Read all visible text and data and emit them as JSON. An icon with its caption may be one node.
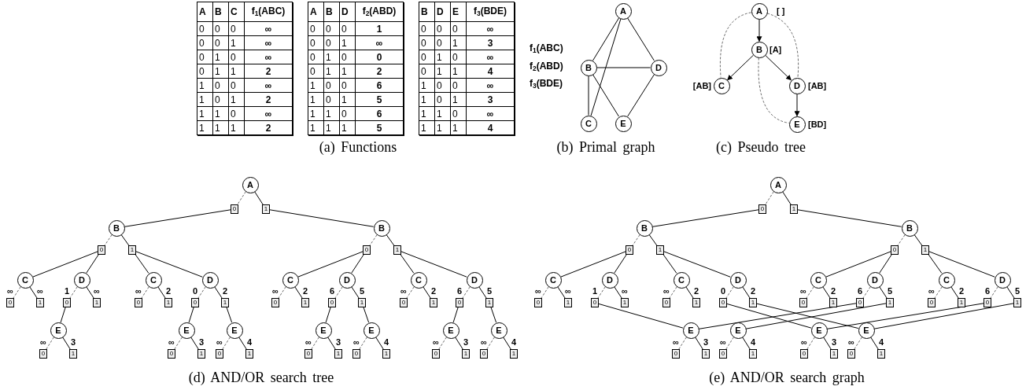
{
  "diagram": {
    "nodes": [
      {
        "text": [
          "A"
        ]
      },
      {
        "text": [
          "B"
        ]
      },
      {
        "text": [
          "D"
        ]
      },
      {
        "text": [
          "C"
        ]
      },
      {
        "text": [
          "E"
        ]
      },
      {
        "text": [
          "A"
        ],
        "beside": [
          "[ ]"
        ]
      },
      {
        "text": [
          "B"
        ],
        "beside": [
          "[A]"
        ]
      },
      {
        "text": [
          "C"
        ],
        "beside": [
          "[AB]"
        ]
      },
      {
        "text": [
          "D"
        ],
        "beside": [
          "[AB]"
        ]
      },
      {
        "text": [
          "E"
        ],
        "beside": [
          "[BD]"
        ]
      },
      {
        "text": [
          "A"
        ]
      },
      {
        "text": [
          "0"
        ]
      },
      {
        "text": [
          "B"
        ]
      },
      {
        "text": [
          "0"
        ]
      },
      {
        "text": [
          "C"
        ]
      },
      {
        "text": [
          "0"
        ]
      },
      {
        "text": [
          "1"
        ]
      },
      {
        "text": [
          "D"
        ]
      },
      {
        "text": [
          "0"
        ]
      },
      {
        "text": [
          "E"
        ]
      },
      {
        "text": [
          "0"
        ]
      },
      {
        "text": [
          "1"
        ]
      },
      {
        "text": [
          "1"
        ]
      },
      {
        "text": [
          "1"
        ]
      },
      {
        "text": [
          "C"
        ]
      },
      {
        "text": [
          "0"
        ]
      },
      {
        "text": [
          "1"
        ]
      },
      {
        "text": [
          "D"
        ]
      },
      {
        "text": [
          "0"
        ]
      },
      {
        "text": [
          "E"
        ]
      },
      {
        "text": [
          "0"
        ]
      },
      {
        "text": [
          "1"
        ]
      },
      {
        "text": [
          "1"
        ]
      },
      {
        "text": [
          "E"
        ]
      },
      {
        "text": [
          "0"
        ]
      },
      {
        "text": [
          "1"
        ]
      },
      {
        "text": [
          "1"
        ]
      },
      {
        "text": [
          "B"
        ]
      },
      {
        "text": [
          "0"
        ]
      },
      {
        "text": [
          "C"
        ]
      },
      {
        "text": [
          "0"
        ]
      },
      {
        "text": [
          "1"
        ]
      },
      {
        "text": [
          "D"
        ]
      },
      {
        "text": [
          "0"
        ]
      },
      {
        "text": [
          "E"
        ]
      },
      {
        "text": [
          "0"
        ]
      },
      {
        "text": [
          "1"
        ]
      },
      {
        "text": [
          "1"
        ]
      },
      {
        "text": [
          "E"
        ]
      },
      {
        "text": [
          "0"
        ]
      },
      {
        "text": [
          "1"
        ]
      },
      {
        "text": [
          "1"
        ]
      },
      {
        "text": [
          "C"
        ]
      },
      {
        "text": [
          "0"
        ]
      },
      {
        "text": [
          "1"
        ]
      },
      {
        "text": [
          "D"
        ]
      },
      {
        "text": [
          "0"
        ]
      },
      {
        "text": [
          "E"
        ]
      },
      {
        "text": [
          "0"
        ]
      },
      {
        "text": [
          "1"
        ]
      },
      {
        "text": [
          "1"
        ]
      },
      {
        "text": [
          "E"
        ]
      },
      {
        "text": [
          "0"
        ]
      },
      {
        "text": [
          "1"
        ]
      },
      {
        "text": [
          "A"
        ]
      },
      {
        "text": [
          "0"
        ]
      },
      {
        "text": [
          "B"
        ]
      },
      {
        "text": [
          "0"
        ]
      },
      {
        "text": [
          "C"
        ]
      },
      {
        "text": [
          "0"
        ]
      },
      {
        "text": [
          "1"
        ]
      },
      {
        "text": [
          "D"
        ]
      },
      {
        "text": [
          "0"
        ]
      },
      {
        "text": [
          "1"
        ]
      },
      {
        "text": [
          "1"
        ]
      },
      {
        "text": [
          "C"
        ]
      },
      {
        "text": [
          "0"
        ]
      },
      {
        "text": [
          "1"
        ]
      },
      {
        "text": [
          "D"
        ]
      },
      {
        "text": [
          "0"
        ]
      },
      {
        "text": [
          "1"
        ]
      },
      {
        "text": [
          "1"
        ]
      },
      {
        "text": [
          "B"
        ]
      },
      {
        "text": [
          "0"
        ]
      },
      {
        "text": [
          "C"
        ]
      },
      {
        "text": [
          "0"
        ]
      },
      {
        "text": [
          "1"
        ]
      },
      {
        "text": [
          "D"
        ]
      },
      {
        "text": [
          "0"
        ]
      },
      {
        "text": [
          "1"
        ]
      },
      {
        "text": [
          "1"
        ]
      },
      {
        "text": [
          "C"
        ]
      },
      {
        "text": [
          "0"
        ]
      },
      {
        "text": [
          "1"
        ]
      },
      {
        "text": [
          "D"
        ]
      },
      {
        "text": [
          "0"
        ]
      },
      {
        "text": [
          "1"
        ]
      },
      {
        "text": [
          "E"
        ]
      },
      {
        "text": [
          "0"
        ]
      },
      {
        "text": [
          "1"
        ]
      },
      {
        "text": [
          "E"
        ]
      },
      {
        "text": [
          "0"
        ]
      },
      {
        "text": [
          "1"
        ]
      },
      {
        "text": [
          "E"
        ]
      },
      {
        "text": [
          "0"
        ]
      },
      {
        "text": [
          "1"
        ]
      },
      {
        "text": [
          "E"
        ]
      },
      {
        "text": [
          "0"
        ]
      },
      {
        "text": [
          "1"
        ]
      }
    ],
    "edges": [
      {
        "from": 0,
        "to": 1,
        "arrow": "none"
      },
      {
        "from": 0,
        "to": 2,
        "arrow": "none"
      },
      {
        "from": 0,
        "to": 3,
        "arrow": "none"
      },
      {
        "from": 1,
        "to": 2,
        "arrow": "none"
      },
      {
        "from": 1,
        "to": 3,
        "arrow": "none"
      },
      {
        "from": 1,
        "to": 4,
        "arrow": "none"
      },
      {
        "from": 2,
        "to": 4,
        "arrow": "none"
      },
      {
        "from": 5,
        "to": 6,
        "arrow": "to"
      },
      {
        "from": 6,
        "to": 7,
        "arrow": "to"
      },
      {
        "from": 6,
        "to": 8,
        "arrow": "to"
      },
      {
        "from": 8,
        "to": 9,
        "arrow": "to"
      },
      {
        "from": 5,
        "to": 7,
        "arrow": "none",
        "style": "dashed"
      },
      {
        "from": 5,
        "to": 8,
        "arrow": "none",
        "style": "dashed"
      },
      {
        "from": 6,
        "to": 9,
        "arrow": "none",
        "style": "dashed"
      },
      {
        "from": 10,
        "to": 11,
        "arrow": "none",
        "style": "dashed"
      },
      {
        "from": 10,
        "to": 36,
        "arrow": "none"
      },
      {
        "from": 11,
        "to": 12,
        "arrow": "none"
      },
      {
        "from": 12,
        "to": 13,
        "arrow": "none",
        "style": "dashed"
      },
      {
        "from": 12,
        "to": 23,
        "arrow": "none"
      },
      {
        "from": 13,
        "to": 14,
        "arrow": "none"
      },
      {
        "from": 13,
        "to": 17,
        "arrow": "none"
      },
      {
        "from": 14,
        "to": 15,
        "arrow": "none",
        "style": "dashed",
        "label": "∞"
      },
      {
        "from": 14,
        "to": 16,
        "arrow": "none",
        "label": "∞"
      },
      {
        "from": 17,
        "to": 18,
        "arrow": "none",
        "style": "dashed",
        "label": "1"
      },
      {
        "from": 17,
        "to": 22,
        "arrow": "none",
        "label": "∞"
      },
      {
        "from": 18,
        "to": 19,
        "arrow": "none"
      },
      {
        "from": 19,
        "to": 20,
        "arrow": "none",
        "style": "dashed",
        "label": "∞"
      },
      {
        "from": 19,
        "to": 21,
        "arrow": "none",
        "label": "3"
      },
      {
        "from": 23,
        "to": 24,
        "arrow": "none"
      },
      {
        "from": 23,
        "to": 27,
        "arrow": "none"
      },
      {
        "from": 24,
        "to": 25,
        "arrow": "none",
        "style": "dashed",
        "label": "∞"
      },
      {
        "from": 24,
        "to": 26,
        "arrow": "none",
        "label": "2"
      },
      {
        "from": 27,
        "to": 28,
        "arrow": "none",
        "style": "dashed",
        "label": "0"
      },
      {
        "from": 27,
        "to": 32,
        "arrow": "none",
        "label": "2"
      },
      {
        "from": 28,
        "to": 29,
        "arrow": "none"
      },
      {
        "from": 29,
        "to": 30,
        "arrow": "none",
        "style": "dashed",
        "label": "∞"
      },
      {
        "from": 29,
        "to": 31,
        "arrow": "none",
        "label": "3"
      },
      {
        "from": 32,
        "to": 33,
        "arrow": "none"
      },
      {
        "from": 33,
        "to": 34,
        "arrow": "none",
        "style": "dashed",
        "label": "∞"
      },
      {
        "from": 33,
        "to": 35,
        "arrow": "none",
        "label": "4"
      },
      {
        "from": 36,
        "to": 37,
        "arrow": "none"
      },
      {
        "from": 37,
        "to": 38,
        "arrow": "none",
        "style": "dashed"
      },
      {
        "from": 37,
        "to": 51,
        "arrow": "none"
      },
      {
        "from": 38,
        "to": 39,
        "arrow": "none"
      },
      {
        "from": 38,
        "to": 42,
        "arrow": "none"
      },
      {
        "from": 39,
        "to": 40,
        "arrow": "none",
        "style": "dashed",
        "label": "∞"
      },
      {
        "from": 39,
        "to": 41,
        "arrow": "none",
        "label": "2"
      },
      {
        "from": 42,
        "to": 43,
        "arrow": "none",
        "style": "dashed",
        "label": "6"
      },
      {
        "from": 42,
        "to": 47,
        "arrow": "none",
        "label": "5"
      },
      {
        "from": 43,
        "to": 44,
        "arrow": "none"
      },
      {
        "from": 44,
        "to": 45,
        "arrow": "none",
        "style": "dashed",
        "label": "∞"
      },
      {
        "from": 44,
        "to": 46,
        "arrow": "none",
        "label": "3"
      },
      {
        "from": 47,
        "to": 48,
        "arrow": "none"
      },
      {
        "from": 48,
        "to": 49,
        "arrow": "none",
        "style": "dashed",
        "label": "∞"
      },
      {
        "from": 48,
        "to": 50,
        "arrow": "none",
        "label": "4"
      },
      {
        "from": 51,
        "to": 52,
        "arrow": "none"
      },
      {
        "from": 51,
        "to": 55,
        "arrow": "none"
      },
      {
        "from": 52,
        "to": 53,
        "arrow": "none",
        "style": "dashed",
        "label": "∞"
      },
      {
        "from": 52,
        "to": 54,
        "arrow": "none",
        "label": "2"
      },
      {
        "from": 55,
        "to": 56,
        "arrow": "none",
        "style": "dashed",
        "label": "6"
      },
      {
        "from": 55,
        "to": 60,
        "arrow": "none",
        "label": "5"
      },
      {
        "from": 56,
        "to": 57,
        "arrow": "none"
      },
      {
        "from": 57,
        "to": 58,
        "arrow": "none",
        "style": "dashed",
        "label": "∞"
      },
      {
        "from": 57,
        "to": 59,
        "arrow": "none",
        "label": "3"
      },
      {
        "from": 60,
        "to": 61,
        "arrow": "none"
      },
      {
        "from": 61,
        "to": 62,
        "arrow": "none",
        "style": "dashed",
        "label": "∞"
      },
      {
        "from": 61,
        "to": 63,
        "arrow": "none",
        "label": "4"
      },
      {
        "from": 64,
        "to": 65,
        "arrow": "none",
        "style": "dashed"
      },
      {
        "from": 64,
        "to": 81,
        "arrow": "none"
      },
      {
        "from": 65,
        "to": 66,
        "arrow": "none"
      },
      {
        "from": 66,
        "to": 67,
        "arrow": "none",
        "style": "dashed"
      },
      {
        "from": 66,
        "to": 74,
        "arrow": "none"
      },
      {
        "from": 67,
        "to": 68,
        "arrow": "none"
      },
      {
        "from": 67,
        "to": 71,
        "arrow": "none"
      },
      {
        "from": 68,
        "to": 69,
        "arrow": "none",
        "style": "dashed",
        "label": "∞"
      },
      {
        "from": 68,
        "to": 70,
        "arrow": "none",
        "label": "∞"
      },
      {
        "from": 71,
        "to": 72,
        "arrow": "none",
        "style": "dashed",
        "label": "1"
      },
      {
        "from": 71,
        "to": 73,
        "arrow": "none",
        "label": "∞"
      },
      {
        "from": 74,
        "to": 75,
        "arrow": "none"
      },
      {
        "from": 74,
        "to": 78,
        "arrow": "none"
      },
      {
        "from": 75,
        "to": 76,
        "arrow": "none",
        "style": "dashed",
        "label": "∞"
      },
      {
        "from": 75,
        "to": 77,
        "arrow": "none",
        "label": "2"
      },
      {
        "from": 78,
        "to": 79,
        "arrow": "none",
        "style": "dashed",
        "label": "0"
      },
      {
        "from": 78,
        "to": 80,
        "arrow": "none",
        "label": "2"
      },
      {
        "from": 81,
        "to": 82,
        "arrow": "none"
      },
      {
        "from": 82,
        "to": 83,
        "arrow": "none",
        "style": "dashed"
      },
      {
        "from": 82,
        "to": 90,
        "arrow": "none"
      },
      {
        "from": 83,
        "to": 84,
        "arrow": "none"
      },
      {
        "from": 83,
        "to": 87,
        "arrow": "none"
      },
      {
        "from": 84,
        "to": 85,
        "arrow": "none",
        "style": "dashed",
        "label": "∞"
      },
      {
        "from": 84,
        "to": 86,
        "arrow": "none",
        "label": "2"
      },
      {
        "from": 87,
        "to": 88,
        "arrow": "none",
        "style": "dashed",
        "label": "6"
      },
      {
        "from": 87,
        "to": 89,
        "arrow": "none",
        "label": "5"
      },
      {
        "from": 90,
        "to": 91,
        "arrow": "none"
      },
      {
        "from": 90,
        "to": 94,
        "arrow": "none"
      },
      {
        "from": 91,
        "to": 92,
        "arrow": "none",
        "style": "dashed",
        "label": "∞"
      },
      {
        "from": 91,
        "to": 93,
        "arrow": "none",
        "label": "2"
      },
      {
        "from": 94,
        "to": 95,
        "arrow": "none",
        "style": "dashed",
        "label": "6"
      },
      {
        "from": 94,
        "to": 96,
        "arrow": "none",
        "label": "5"
      },
      {
        "from": 97,
        "to": 98,
        "arrow": "none",
        "style": "dashed",
        "label": "∞"
      },
      {
        "from": 97,
        "to": 99,
        "arrow": "none",
        "label": "3"
      },
      {
        "from": 100,
        "to": 101,
        "arrow": "none",
        "style": "dashed",
        "label": "∞"
      },
      {
        "from": 100,
        "to": 102,
        "arrow": "none",
        "label": "4"
      },
      {
        "from": 103,
        "to": 104,
        "arrow": "none",
        "style": "dashed",
        "label": "∞"
      },
      {
        "from": 103,
        "to": 105,
        "arrow": "none",
        "label": "3"
      },
      {
        "from": 106,
        "to": 107,
        "arrow": "none",
        "style": "dashed",
        "label": "∞"
      },
      {
        "from": 106,
        "to": 108,
        "arrow": "none",
        "label": "4"
      },
      {
        "from": 72,
        "to": 97,
        "arrow": "none"
      },
      {
        "from": 79,
        "to": 103,
        "arrow": "none"
      },
      {
        "from": 80,
        "to": 106,
        "arrow": "none"
      },
      {
        "from": 88,
        "to": 97,
        "arrow": "none"
      },
      {
        "from": 89,
        "to": 100,
        "arrow": "none"
      },
      {
        "from": 95,
        "to": 103,
        "arrow": "none"
      },
      {
        "from": 96,
        "to": 106,
        "arrow": "none"
      }
    ],
    "labels": [
      "A",
      "B",
      "C",
      "f$_{1}$(ABC)",
      "0",
      "0",
      "0",
      "∞",
      "0",
      "0",
      "1",
      "∞",
      "0",
      "1",
      "0",
      "∞",
      "0",
      "1",
      "1",
      "2",
      "1",
      "0",
      "0",
      "∞",
      "1",
      "0",
      "1",
      "2",
      "1",
      "1",
      "0",
      "∞",
      "1",
      "1",
      "1",
      "2",
      "A",
      "B",
      "D",
      "f$_{2}$(ABD)",
      "0",
      "0",
      "0",
      "1",
      "0",
      "0",
      "1",
      "∞",
      "0",
      "1",
      "0",
      "0",
      "0",
      "1",
      "1",
      "2",
      "1",
      "0",
      "0",
      "6",
      "1",
      "0",
      "1",
      "5",
      "1",
      "1",
      "0",
      "6",
      "1",
      "1",
      "1",
      "5",
      "B",
      "D",
      "E",
      "f$_{3}$(BDE)",
      "0",
      "0",
      "0",
      "∞",
      "0",
      "0",
      "1",
      "3",
      "0",
      "1",
      "0",
      "∞",
      "0",
      "1",
      "1",
      "4",
      "1",
      "0",
      "0",
      "∞",
      "1",
      "0",
      "1",
      "3",
      "1",
      "1",
      "0",
      "∞",
      "1",
      "1",
      "1",
      "4",
      "f$_{1}$(ABC)",
      "f$_{2}$(ABD)",
      "f$_{3}$(BDE)",
      "(a) Functions",
      "(b) Primal graph",
      "(c) Pseudo tree",
      "(d) AND/OR search tree",
      "(e) AND/OR search graph"
    ]
  }
}
